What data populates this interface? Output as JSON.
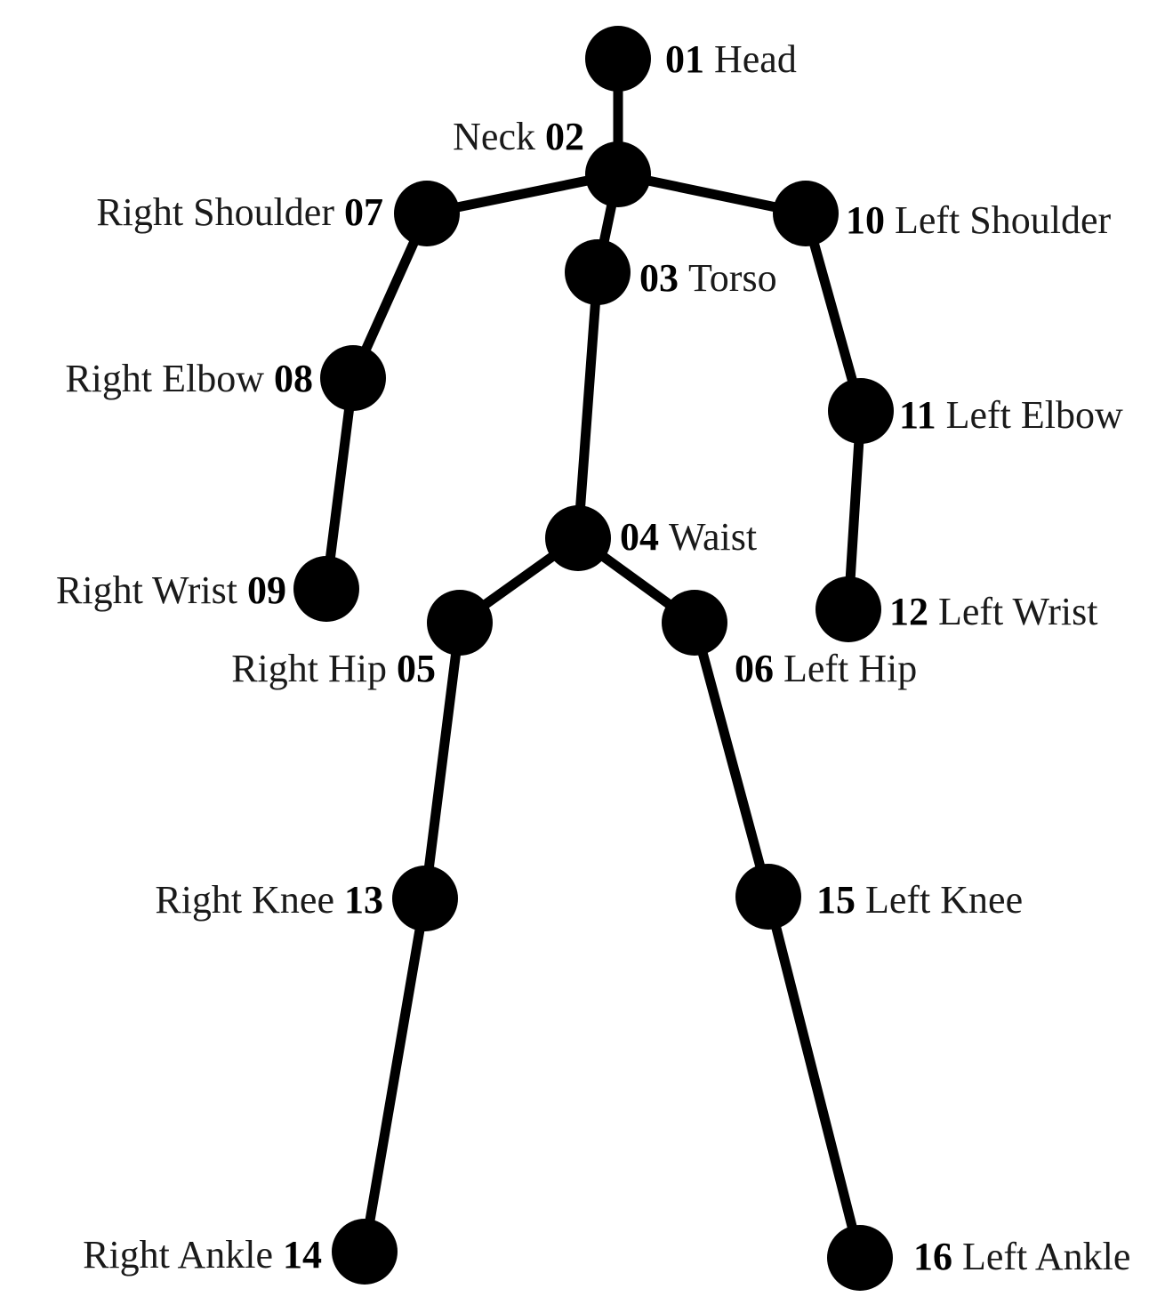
{
  "joints": [
    {
      "id": "head",
      "num": "01",
      "name": "Head",
      "order": "num-first"
    },
    {
      "id": "neck",
      "num": "02",
      "name": "Neck",
      "order": "name-first"
    },
    {
      "id": "torso",
      "num": "03",
      "name": "Torso",
      "order": "num-first"
    },
    {
      "id": "waist",
      "num": "04",
      "name": "Waist",
      "order": "num-first"
    },
    {
      "id": "right-hip",
      "num": "05",
      "name": "Right Hip",
      "order": "name-first"
    },
    {
      "id": "left-hip",
      "num": "06",
      "name": "Left Hip",
      "order": "num-first"
    },
    {
      "id": "right-shoulder",
      "num": "07",
      "name": "Right Shoulder",
      "order": "name-first"
    },
    {
      "id": "right-elbow",
      "num": "08",
      "name": "Right Elbow",
      "order": "name-first"
    },
    {
      "id": "right-wrist",
      "num": "09",
      "name": "Right Wrist",
      "order": "name-first"
    },
    {
      "id": "left-shoulder",
      "num": "10",
      "name": "Left Shoulder",
      "order": "num-first"
    },
    {
      "id": "left-elbow",
      "num": "11",
      "name": "Left Elbow",
      "order": "num-first"
    },
    {
      "id": "left-wrist",
      "num": "12",
      "name": "Left Wrist",
      "order": "num-first"
    },
    {
      "id": "right-knee",
      "num": "13",
      "name": "Right Knee",
      "order": "name-first"
    },
    {
      "id": "right-ankle",
      "num": "14",
      "name": "Right Ankle",
      "order": "name-first"
    },
    {
      "id": "left-knee",
      "num": "15",
      "name": "Left Knee",
      "order": "num-first"
    },
    {
      "id": "left-ankle",
      "num": "16",
      "name": "Left Ankle",
      "order": "num-first"
    }
  ],
  "bones": [
    [
      "head",
      "neck"
    ],
    [
      "neck",
      "right-shoulder"
    ],
    [
      "neck",
      "left-shoulder"
    ],
    [
      "neck",
      "torso"
    ],
    [
      "torso",
      "waist"
    ],
    [
      "right-shoulder",
      "right-elbow"
    ],
    [
      "right-elbow",
      "right-wrist"
    ],
    [
      "left-shoulder",
      "left-elbow"
    ],
    [
      "left-elbow",
      "left-wrist"
    ],
    [
      "waist",
      "right-hip"
    ],
    [
      "waist",
      "left-hip"
    ],
    [
      "right-hip",
      "right-knee"
    ],
    [
      "right-knee",
      "right-ankle"
    ],
    [
      "left-hip",
      "left-knee"
    ],
    [
      "left-knee",
      "left-ankle"
    ]
  ],
  "colors": {
    "ink": "#000000",
    "background": "#ffffff"
  }
}
